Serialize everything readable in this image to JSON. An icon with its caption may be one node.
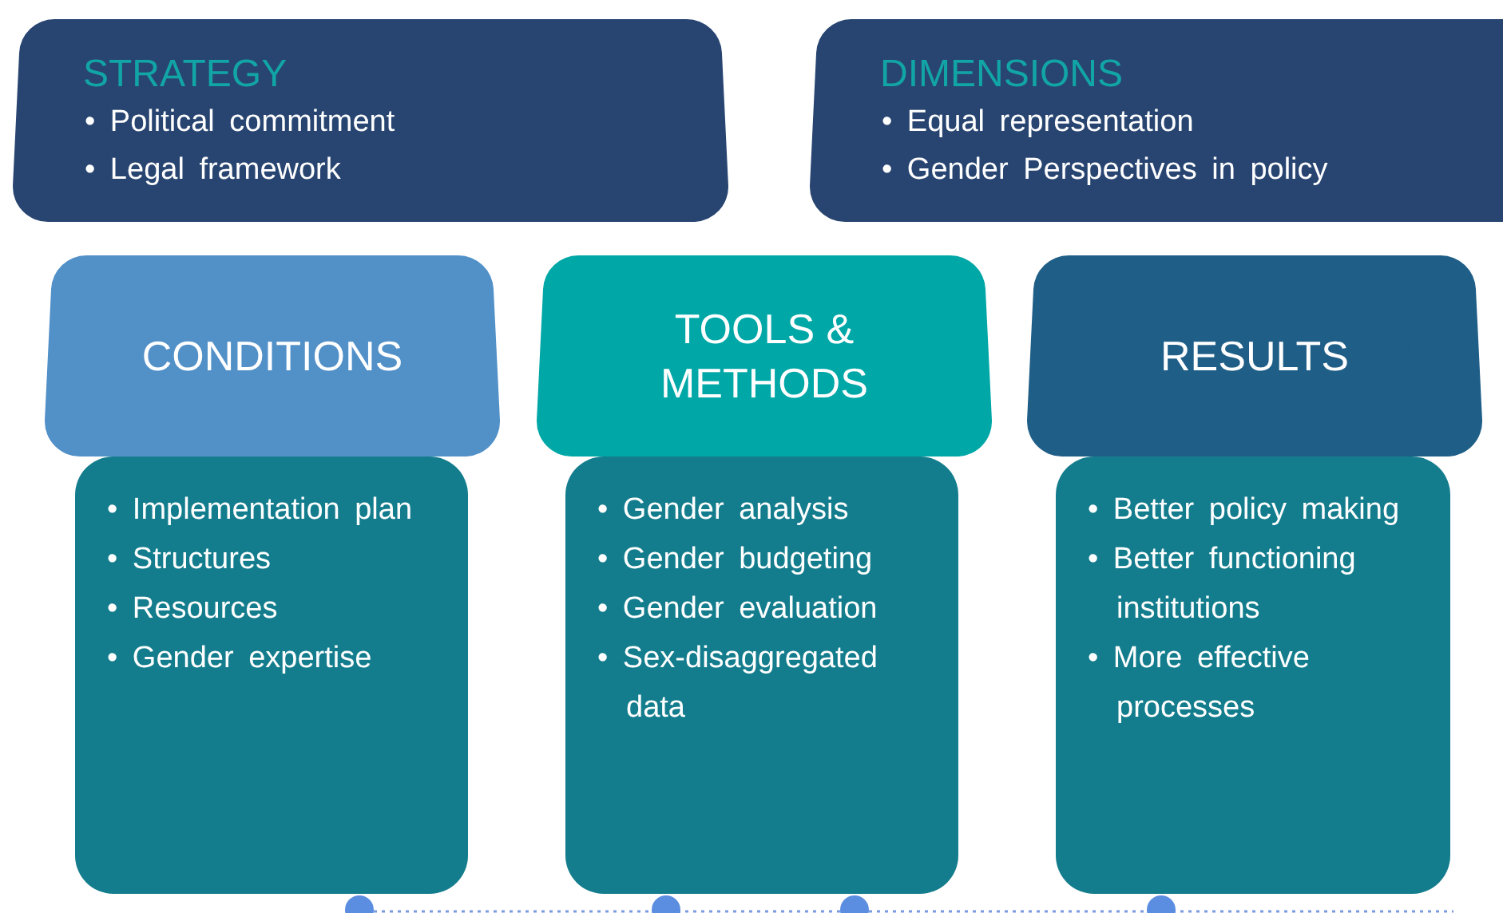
{
  "diagram": {
    "nodes": [
      {
        "text": [
          "STRATEGY",
          "• Political commitment",
          "• Legal framework"
        ]
      },
      {
        "text": [
          "DIMENSIONS",
          "• Equal representation",
          "• Gender Perspectives in policy"
        ]
      },
      {
        "text": [
          "CONDITIONS"
        ]
      },
      {
        "text": [
          "• Implementation plan",
          "• Structures",
          "• Resources",
          "• Gender expertise"
        ]
      },
      {
        "text": [
          "TOOLS & METHODS"
        ]
      },
      {
        "text": [
          "• Gender analysis",
          "• Gender budgeting",
          "• Gender evaluation",
          "• Sex-disaggregated data"
        ]
      },
      {
        "text": [
          "RESULTS"
        ]
      },
      {
        "text": [
          "• Better policy making",
          "• Better functioning institutions",
          "• More effective processes"
        ]
      }
    ]
  }
}
